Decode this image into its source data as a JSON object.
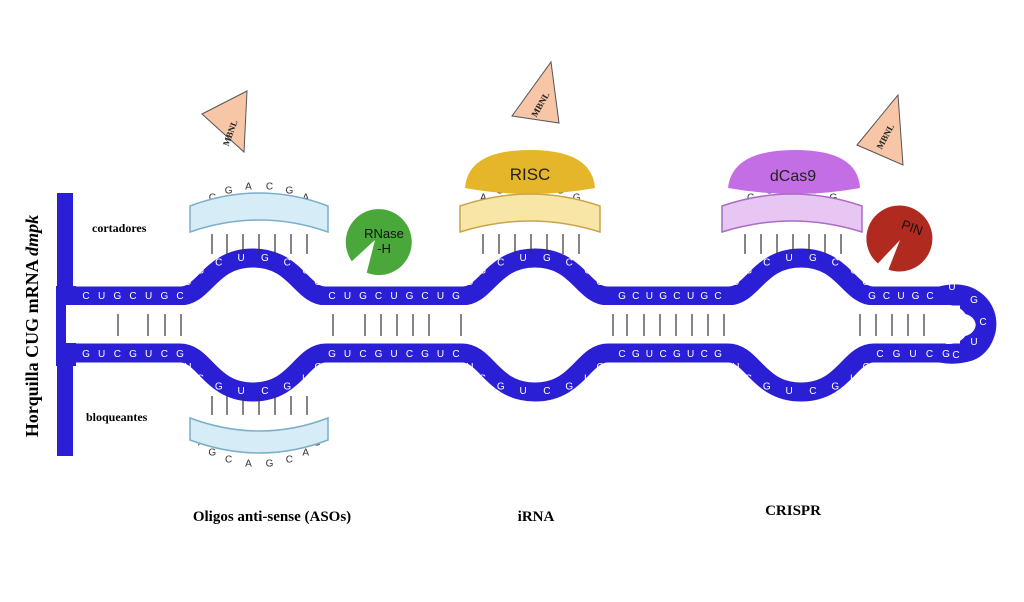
{
  "title_vertical": {
    "prefix": "Horquilla  CUG  mRNA ",
    "gene": "dmpk"
  },
  "side_labels": {
    "cutters": "cortadores",
    "blockers": "bloqueantes"
  },
  "section_labels": [
    "Oligos anti-sense (ASOs)",
    "iRNA",
    "CRISPR"
  ],
  "mbnl_label": "MBNL",
  "enzymes": {
    "rnase": [
      "RNase",
      "-H"
    ],
    "risc": "RISC",
    "dcas9": "dCas9",
    "pin": "PIN"
  },
  "sequences": {
    "top_seg1": "CUGCUGC",
    "top_seg2": "CUGCUGCUG",
    "top_seg3": "GCUGCUGC",
    "top_seg4": "GCUGC",
    "top_bulge1": "UGCUGCUG",
    "top_bulge2": "UGCUGCUG",
    "top_bulge3": "UGCUGCUG",
    "bot_seg1": "GUCGUCG",
    "bot_seg2": "GUCGUCGUC",
    "bot_seg3": "CGUCGUCG",
    "bot_seg4": "CGUCG",
    "bot_bulge1": "UCGUCGUC",
    "bot_bulge2": "UCGUCGUC",
    "bot_bulge3": "UCGUCGUC",
    "loop": "UGCUC",
    "aso_cutter": "ACGACGAC",
    "aso_blocker": "AGCAGCAG",
    "risc_guide": "GACGACGA",
    "cas_guide": "ACGACGA"
  },
  "colors": {
    "rna": "#2b1fd6",
    "oligo_fill": "#d6ecf6",
    "oligo_stroke": "#7aaecb",
    "risc": "#e5b52a",
    "risc_guide": "#f7e6a6",
    "cas": "#c46ee6",
    "cas_guide": "#e8c6f4",
    "rnase": "#4aa83a",
    "pin": "#b02a1f",
    "mbnl": "#f7c6a7"
  }
}
